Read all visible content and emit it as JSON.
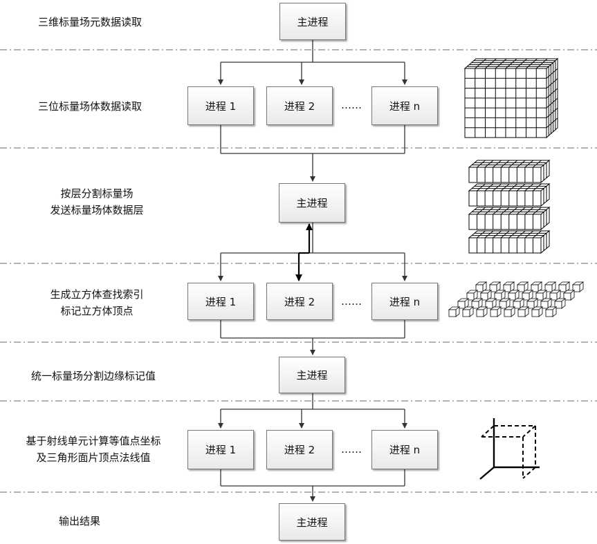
{
  "stages": [
    {
      "label_lines": [
        "三维标量场元数据读取"
      ]
    },
    {
      "label_lines": [
        "三位标量场体数据读取"
      ]
    },
    {
      "label_lines": [
        "按层分割标量场",
        "发送标量场体数据层"
      ]
    },
    {
      "label_lines": [
        "生成立方体查找索引",
        "标记立方体顶点"
      ]
    },
    {
      "label_lines": [
        "统一标量场分割边缘标记值"
      ]
    },
    {
      "label_lines": [
        "基于射线单元计算等值点坐标",
        "及三角形面片顶点法线值"
      ]
    },
    {
      "label_lines": [
        "输出结果"
      ]
    }
  ],
  "process": {
    "main": "主进程",
    "p1": "进程 1",
    "p2": "进程 2",
    "pn": "进程 n",
    "ellipsis": "……"
  }
}
